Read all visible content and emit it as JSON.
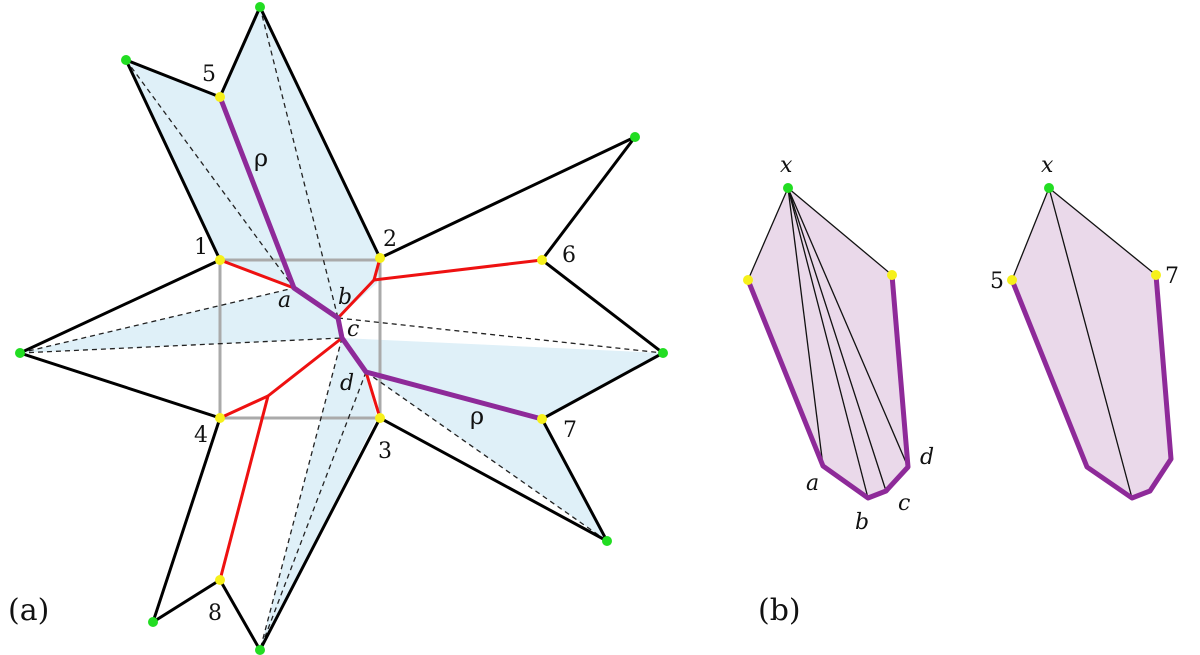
{
  "panels": {
    "a": "(a)",
    "b": "(b)"
  },
  "vertex_labels": {
    "v1": "1",
    "v2": "2",
    "v3": "3",
    "v4": "4",
    "v5": "5",
    "v6": "6",
    "v7": "7",
    "v8": "8"
  },
  "path_labels": {
    "rho_upper": "ρ",
    "rho_lower": "ρ"
  },
  "point_labels": {
    "a": "a",
    "b": "b",
    "c": "c",
    "d": "d"
  },
  "panel_b": {
    "left": {
      "apex": "x",
      "a": "a",
      "b": "b",
      "c": "c",
      "d": "d"
    },
    "right": {
      "apex": "x",
      "left_vertex": "5",
      "right_vertex": "7"
    }
  },
  "colors": {
    "outline": "#000000",
    "red_edges": "#ee1111",
    "purple_path": "#8e2a99",
    "light_blue_fill": "#dff0f8",
    "lavender_fill": "#ead9ea",
    "square": "#aaaaaa",
    "green_point": "#22dd22",
    "yellow_point": "#f6f01a"
  }
}
